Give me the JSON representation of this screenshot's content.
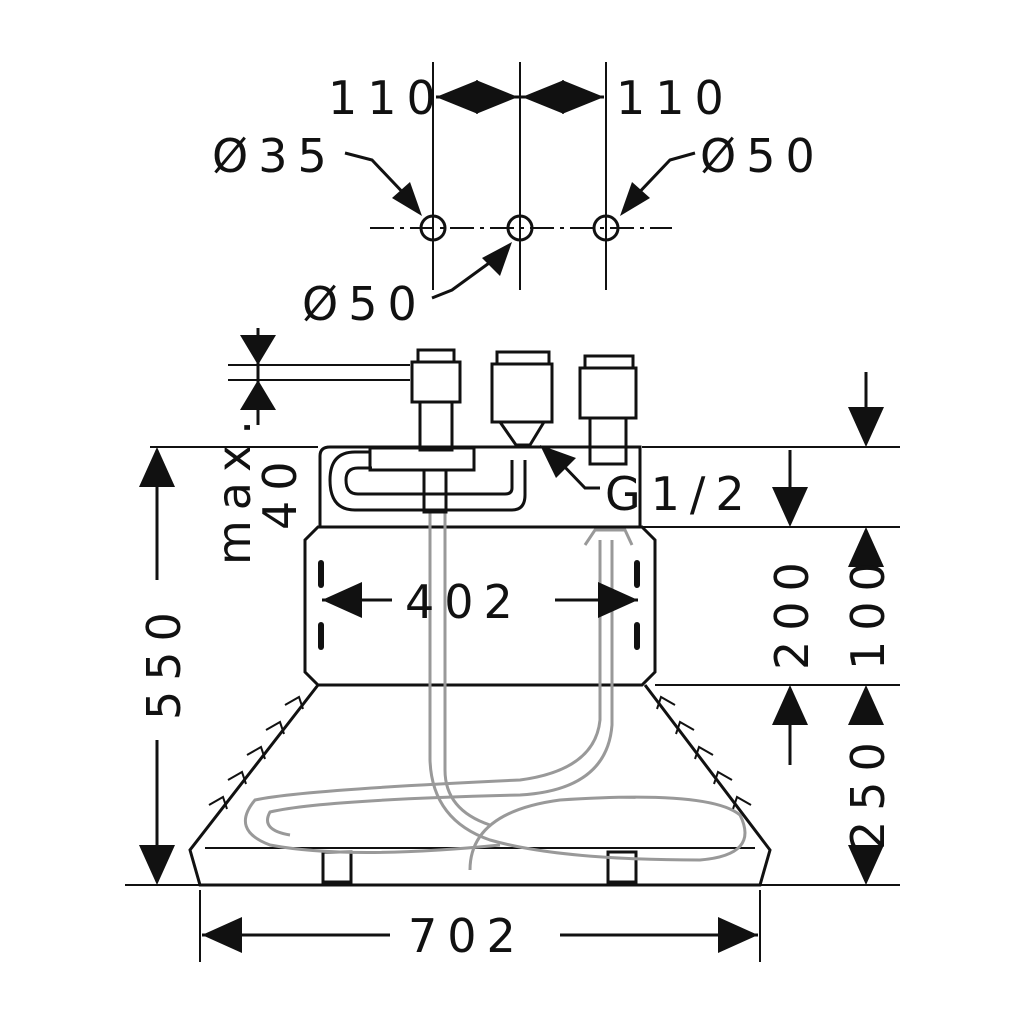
{
  "diagram": {
    "labels": {
      "spacing_left": "110",
      "spacing_right": "110",
      "hole_left_diameter": "Ø35",
      "hole_right_diameter": "Ø50",
      "hole_center_diameter": "Ø50",
      "max_label": "max.",
      "max_value": "40",
      "thread": "G1/2",
      "total_height": "550",
      "inner_width": "402",
      "box_height": "200",
      "top_offset": "100",
      "cone_height": "250",
      "total_width": "702"
    },
    "colors": {
      "line": "#111111",
      "hose": "#999999"
    }
  }
}
